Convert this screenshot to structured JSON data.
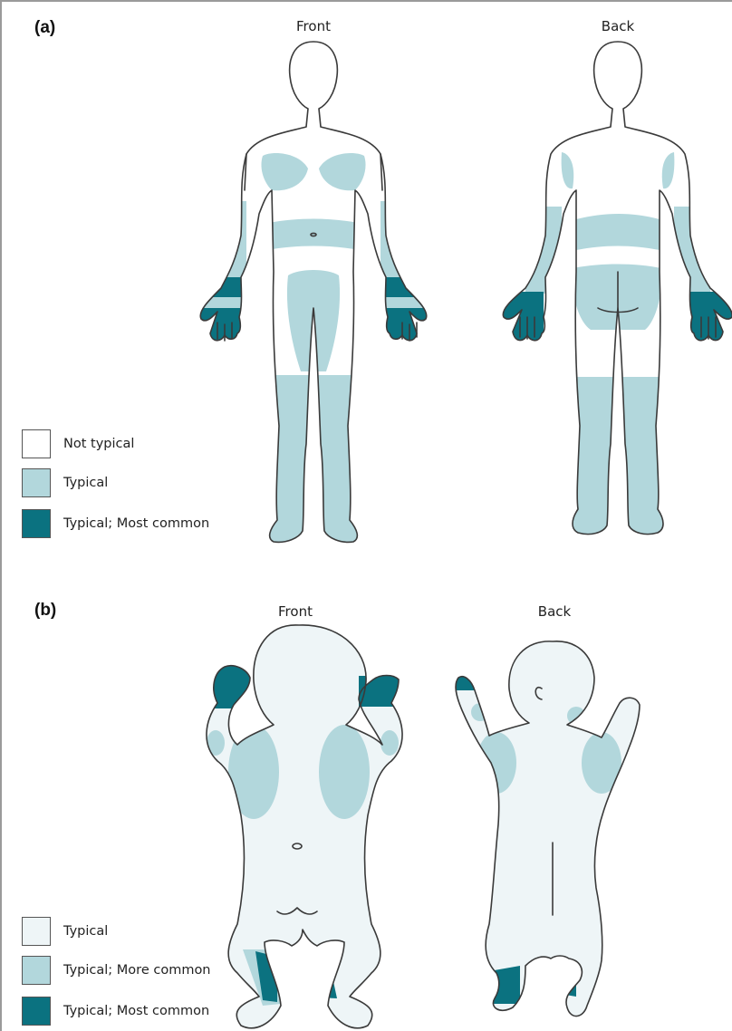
{
  "panel_a": {
    "label": "(a)",
    "front_label": "Front",
    "back_label": "Back",
    "legend": [
      {
        "label": "Not typical",
        "color": "#ffffff"
      },
      {
        "label": "Typical",
        "color": "#b2d7dc"
      },
      {
        "label": "Typical; Most common",
        "color": "#0b7280"
      }
    ]
  },
  "panel_b": {
    "label": "(b)",
    "front_label": "Front",
    "back_label": "Back",
    "legend": [
      {
        "label": "Typical",
        "color": "#eef5f7"
      },
      {
        "label": "Typical; More common",
        "color": "#b2d7dc"
      },
      {
        "label": "Typical; Most common",
        "color": "#0b7280"
      }
    ]
  }
}
